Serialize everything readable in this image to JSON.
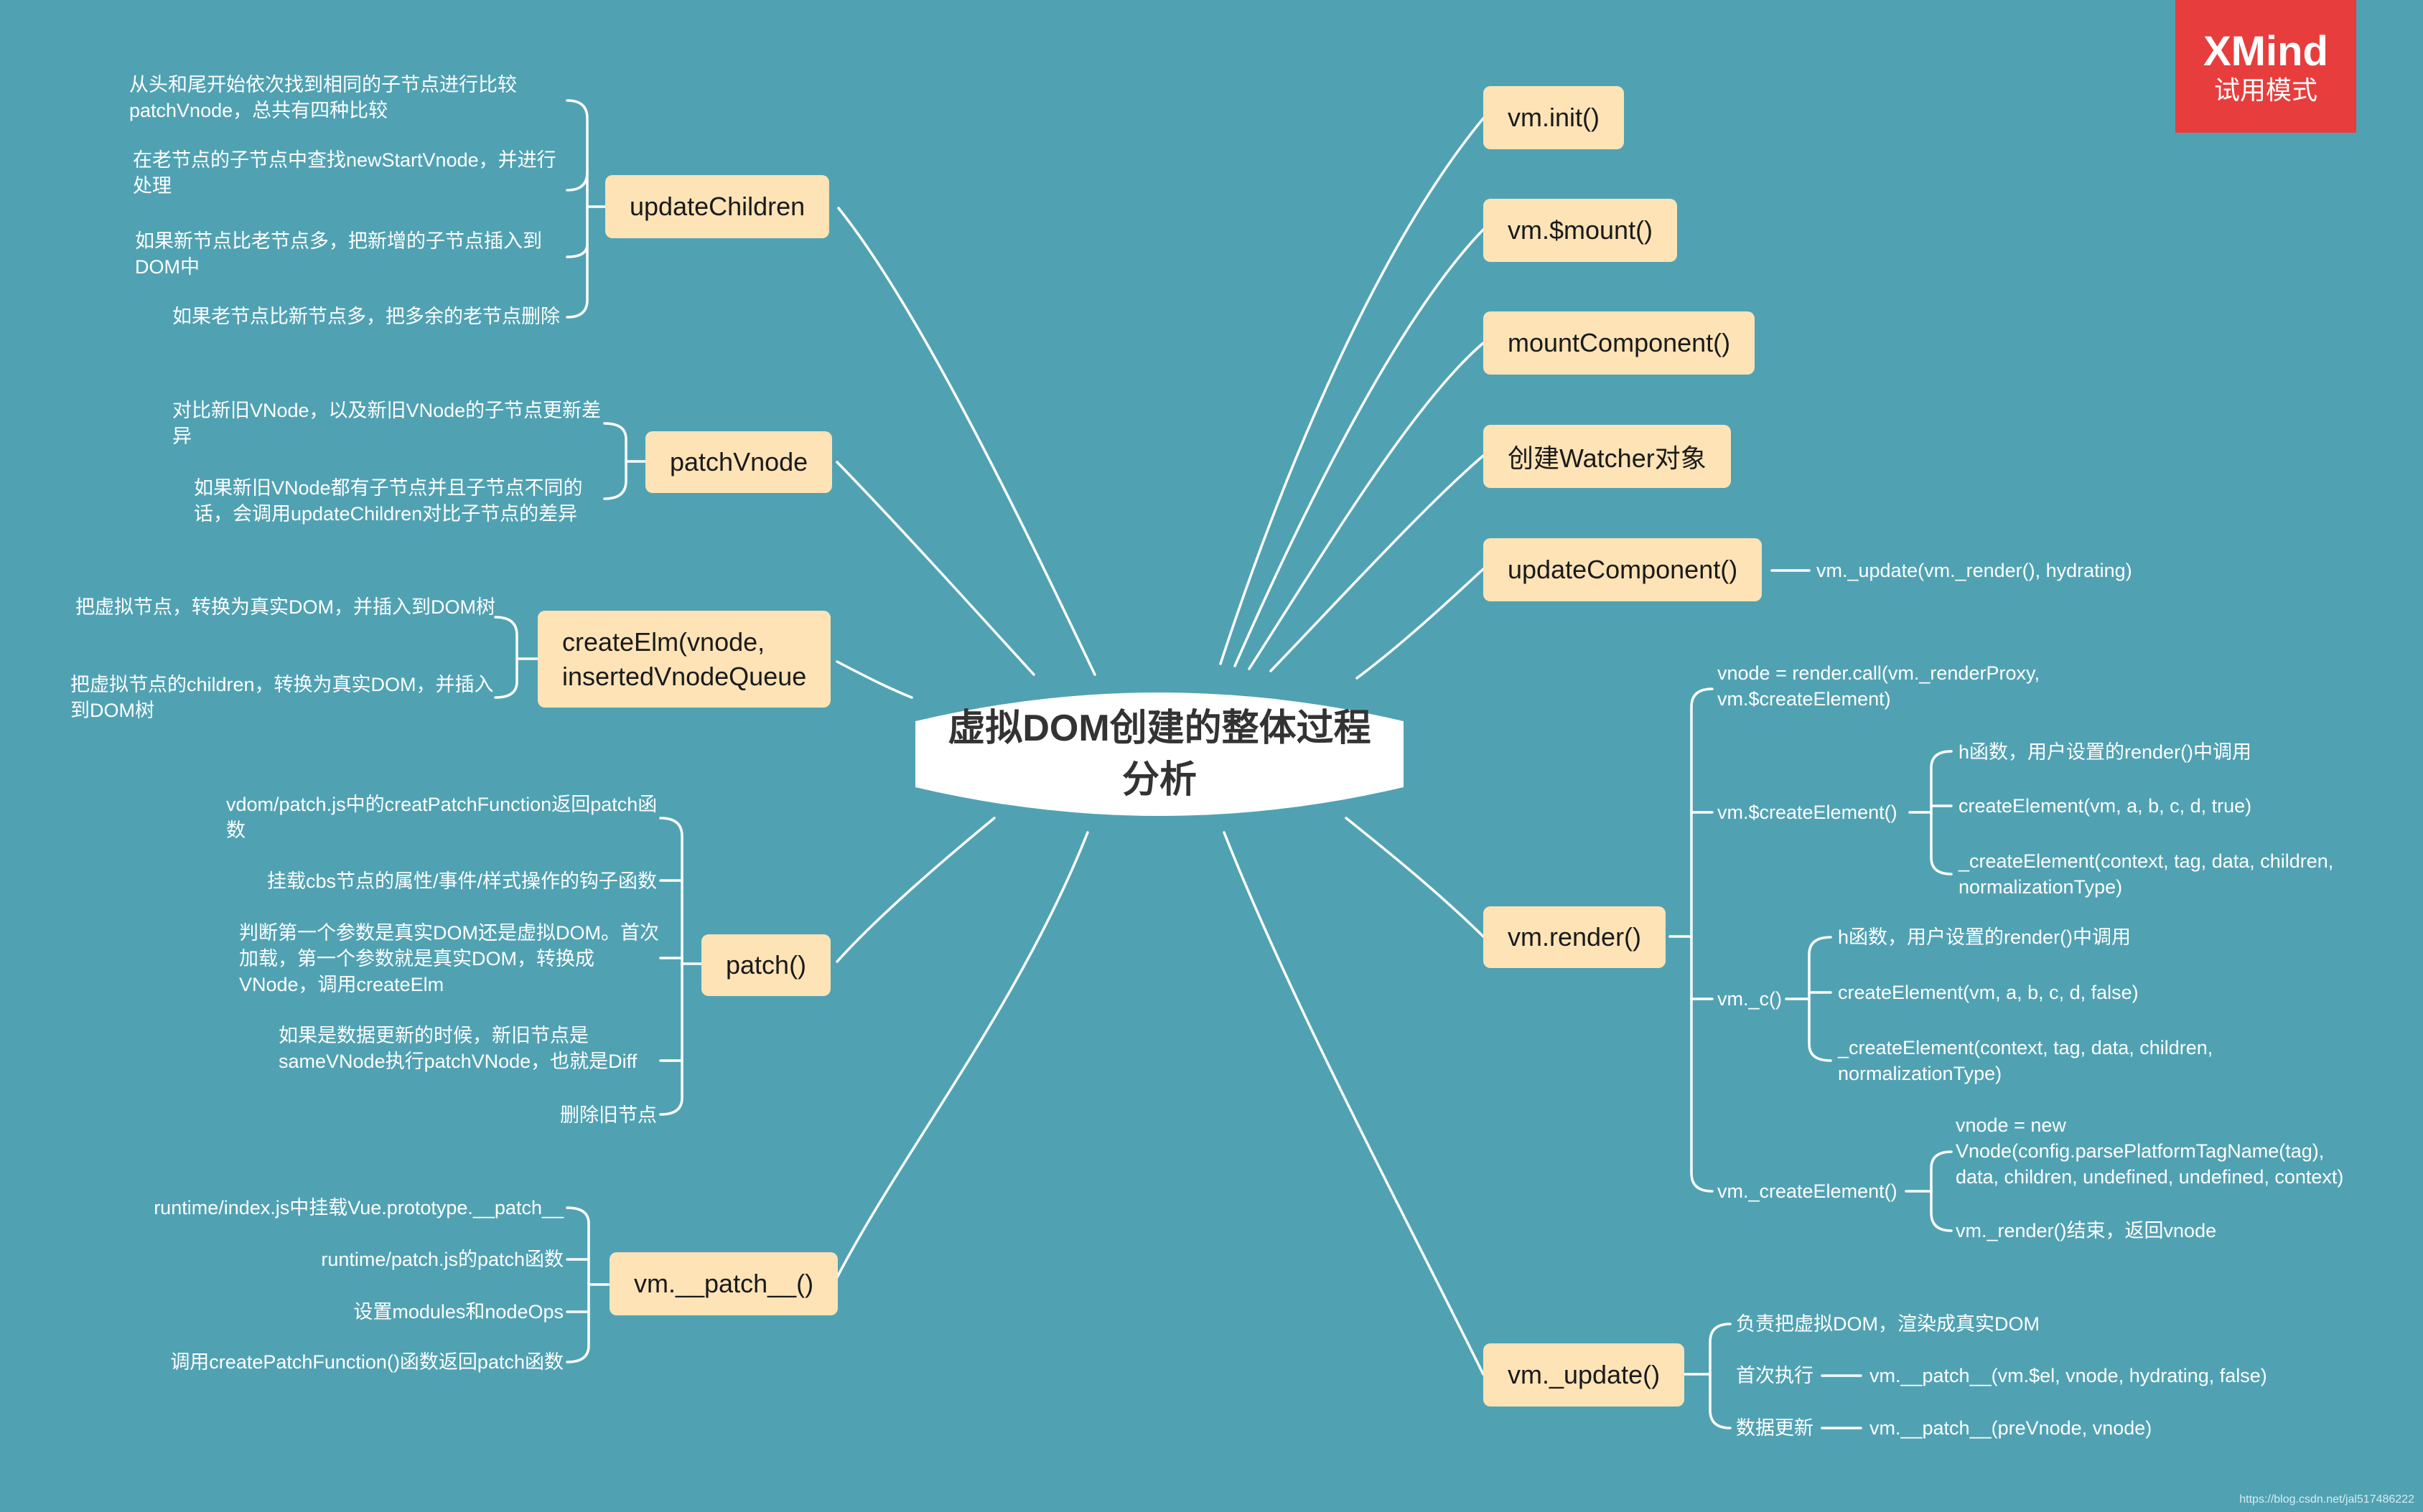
{
  "central": {
    "title": "虚拟DOM创建的整体过程分析"
  },
  "badge": {
    "logo": "XMind",
    "sub": "试用模式"
  },
  "watermark": "https://blog.csdn.net/jal517486222",
  "left": {
    "updateChildren": {
      "label": "updateChildren",
      "items": [
        "从头和尾开始依次找到相同的子节点进行比较patchVnode，总共有四种比较",
        "在老节点的子节点中查找newStartVnode，并进行处理",
        "如果新节点比老节点多，把新增的子节点插入到DOM中",
        "如果老节点比新节点多，把多余的老节点删除"
      ]
    },
    "patchVnode": {
      "label": "patchVnode",
      "items": [
        "对比新旧VNode，以及新旧VNode的子节点更新差异",
        "如果新旧VNode都有子节点并且子节点不同的话，会调用updateChildren对比子节点的差异"
      ]
    },
    "createElm": {
      "label_line1": "createElm(vnode,",
      "label_line2": "insertedVnodeQueue",
      "items": [
        "把虚拟节点，转换为真实DOM，并插入到DOM树",
        "把虚拟节点的children，转换为真实DOM，并插入到DOM树"
      ]
    },
    "patch": {
      "label": "patch()",
      "items": [
        "vdom/patch.js中的creatPatchFunction返回patch函数",
        "挂载cbs节点的属性/事件/样式操作的钩子函数",
        "判断第一个参数是真实DOM还是虚拟DOM。首次加载，第一个参数就是真实DOM，转换成VNode，调用createElm",
        "如果是数据更新的时候，新旧节点是sameVNode执行patchVNode，也就是Diff",
        "删除旧节点"
      ]
    },
    "vmPatch": {
      "label": "vm.__patch__()",
      "items": [
        "runtime/index.js中挂载Vue.prototype.__patch__",
        "runtime/patch.js的patch函数",
        "设置modules和nodeOps",
        "调用createPatchFunction()函数返回patch函数"
      ]
    }
  },
  "right": {
    "vmInit": {
      "label": "vm.init()"
    },
    "vmMount": {
      "label": "vm.$mount()"
    },
    "mountComponent": {
      "label": "mountComponent()"
    },
    "watcher": {
      "label": "创建Watcher对象"
    },
    "updateComponent": {
      "label": "updateComponent()",
      "child": "vm._update(vm._render(), hydrating)"
    },
    "vmRender": {
      "label": "vm.render()",
      "vnode": "vnode = render.call(vm._renderProxy, vm.$createElement)",
      "createElementGroup": {
        "label": "vm.$createElement()",
        "items": [
          "h函数，用户设置的render()中调用",
          "createElement(vm, a, b, c, d, true)",
          "_createElement(context, tag, data, children, normalizationType)"
        ]
      },
      "cGroup": {
        "label": "vm._c()",
        "items": [
          "h函数，用户设置的render()中调用",
          "createElement(vm, a, b, c, d, false)",
          "_createElement(context, tag, data, children, normalizationType)"
        ]
      },
      "underscoreGroup": {
        "label": "vm._createElement()",
        "items": [
          "vnode = new Vnode(config.parsePlatformTagName(tag), data, children, undefined, undefined, context)",
          "vm._render()结束，返回vnode"
        ]
      }
    },
    "vmUpdate": {
      "label": "vm._update()",
      "items": [
        {
          "label": "负责把虚拟DOM，渲染成真实DOM",
          "detail": ""
        },
        {
          "label": "首次执行",
          "detail": "vm.__patch__(vm.$el, vnode, hydrating, false)"
        },
        {
          "label": "数据更新",
          "detail": "vm.__patch__(preVnode, vnode)"
        }
      ]
    }
  }
}
